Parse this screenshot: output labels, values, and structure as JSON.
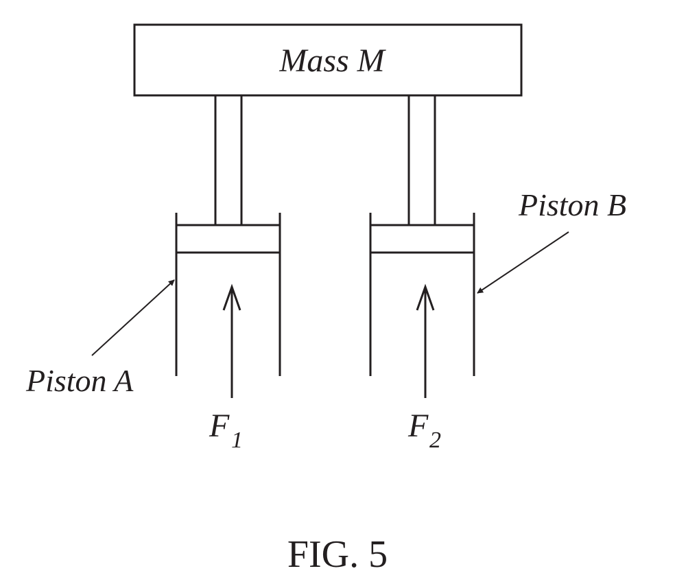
{
  "figure": {
    "mass_label": "Mass M",
    "piston_a_label": "Piston A",
    "piston_b_label": "Piston B",
    "force_1": {
      "symbol": "F",
      "subscript": "1"
    },
    "force_2": {
      "symbol": "F",
      "subscript": "2"
    },
    "caption": "FIG. 5",
    "line_color": "#231f20"
  }
}
